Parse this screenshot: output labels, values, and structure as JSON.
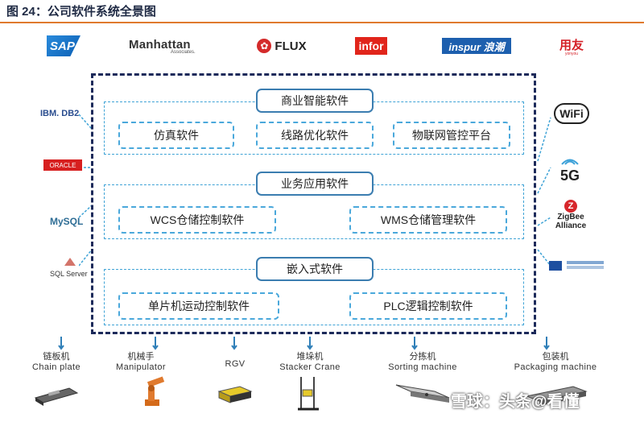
{
  "header": {
    "title": "图 24：公司软件系统全景图"
  },
  "top_logos": {
    "sap": "SAP",
    "manhattan": "Manhattan",
    "manhattan_sub": "Associates.",
    "flux": "FLUX",
    "infor": "infor",
    "inspur": "inspur 浪潮",
    "yonyou": "用友",
    "yonyou_sub": "yonyou"
  },
  "databases": {
    "ibm": "IBM. DB2",
    "oracle": "ORACLE",
    "mysql": "MySQL",
    "sqlserver": "SQL Server"
  },
  "connectivity": {
    "wifi": "WiFi",
    "fiveg": "5G",
    "zigbee": "ZigBee",
    "zigbee_sub": "Alliance"
  },
  "layers": [
    {
      "title": "商业智能软件",
      "items": [
        "仿真软件",
        "线路优化软件",
        "物联网管控平台"
      ]
    },
    {
      "title": "业务应用软件",
      "items": [
        "WCS仓储控制软件",
        "WMS仓储管理软件"
      ]
    },
    {
      "title": "嵌入式软件",
      "items": [
        "单片机运动控制软件",
        "PLC逻辑控制软件"
      ]
    }
  ],
  "equipment": [
    {
      "cn": "链板机",
      "en": "Chain plate"
    },
    {
      "cn": "机械手",
      "en": "Manipulator"
    },
    {
      "cn": "",
      "en": "RGV"
    },
    {
      "cn": "堆垛机",
      "en": "Stacker Crane"
    },
    {
      "cn": "分拣机",
      "en": "Sorting machine"
    },
    {
      "cn": "包装机",
      "en": "Packaging machine"
    }
  ],
  "watermark": "雪球：头条@看懂",
  "colors": {
    "accent_rule": "#e07a2e",
    "frame": "#1c2a5a",
    "dash": "#3fa3d6"
  }
}
